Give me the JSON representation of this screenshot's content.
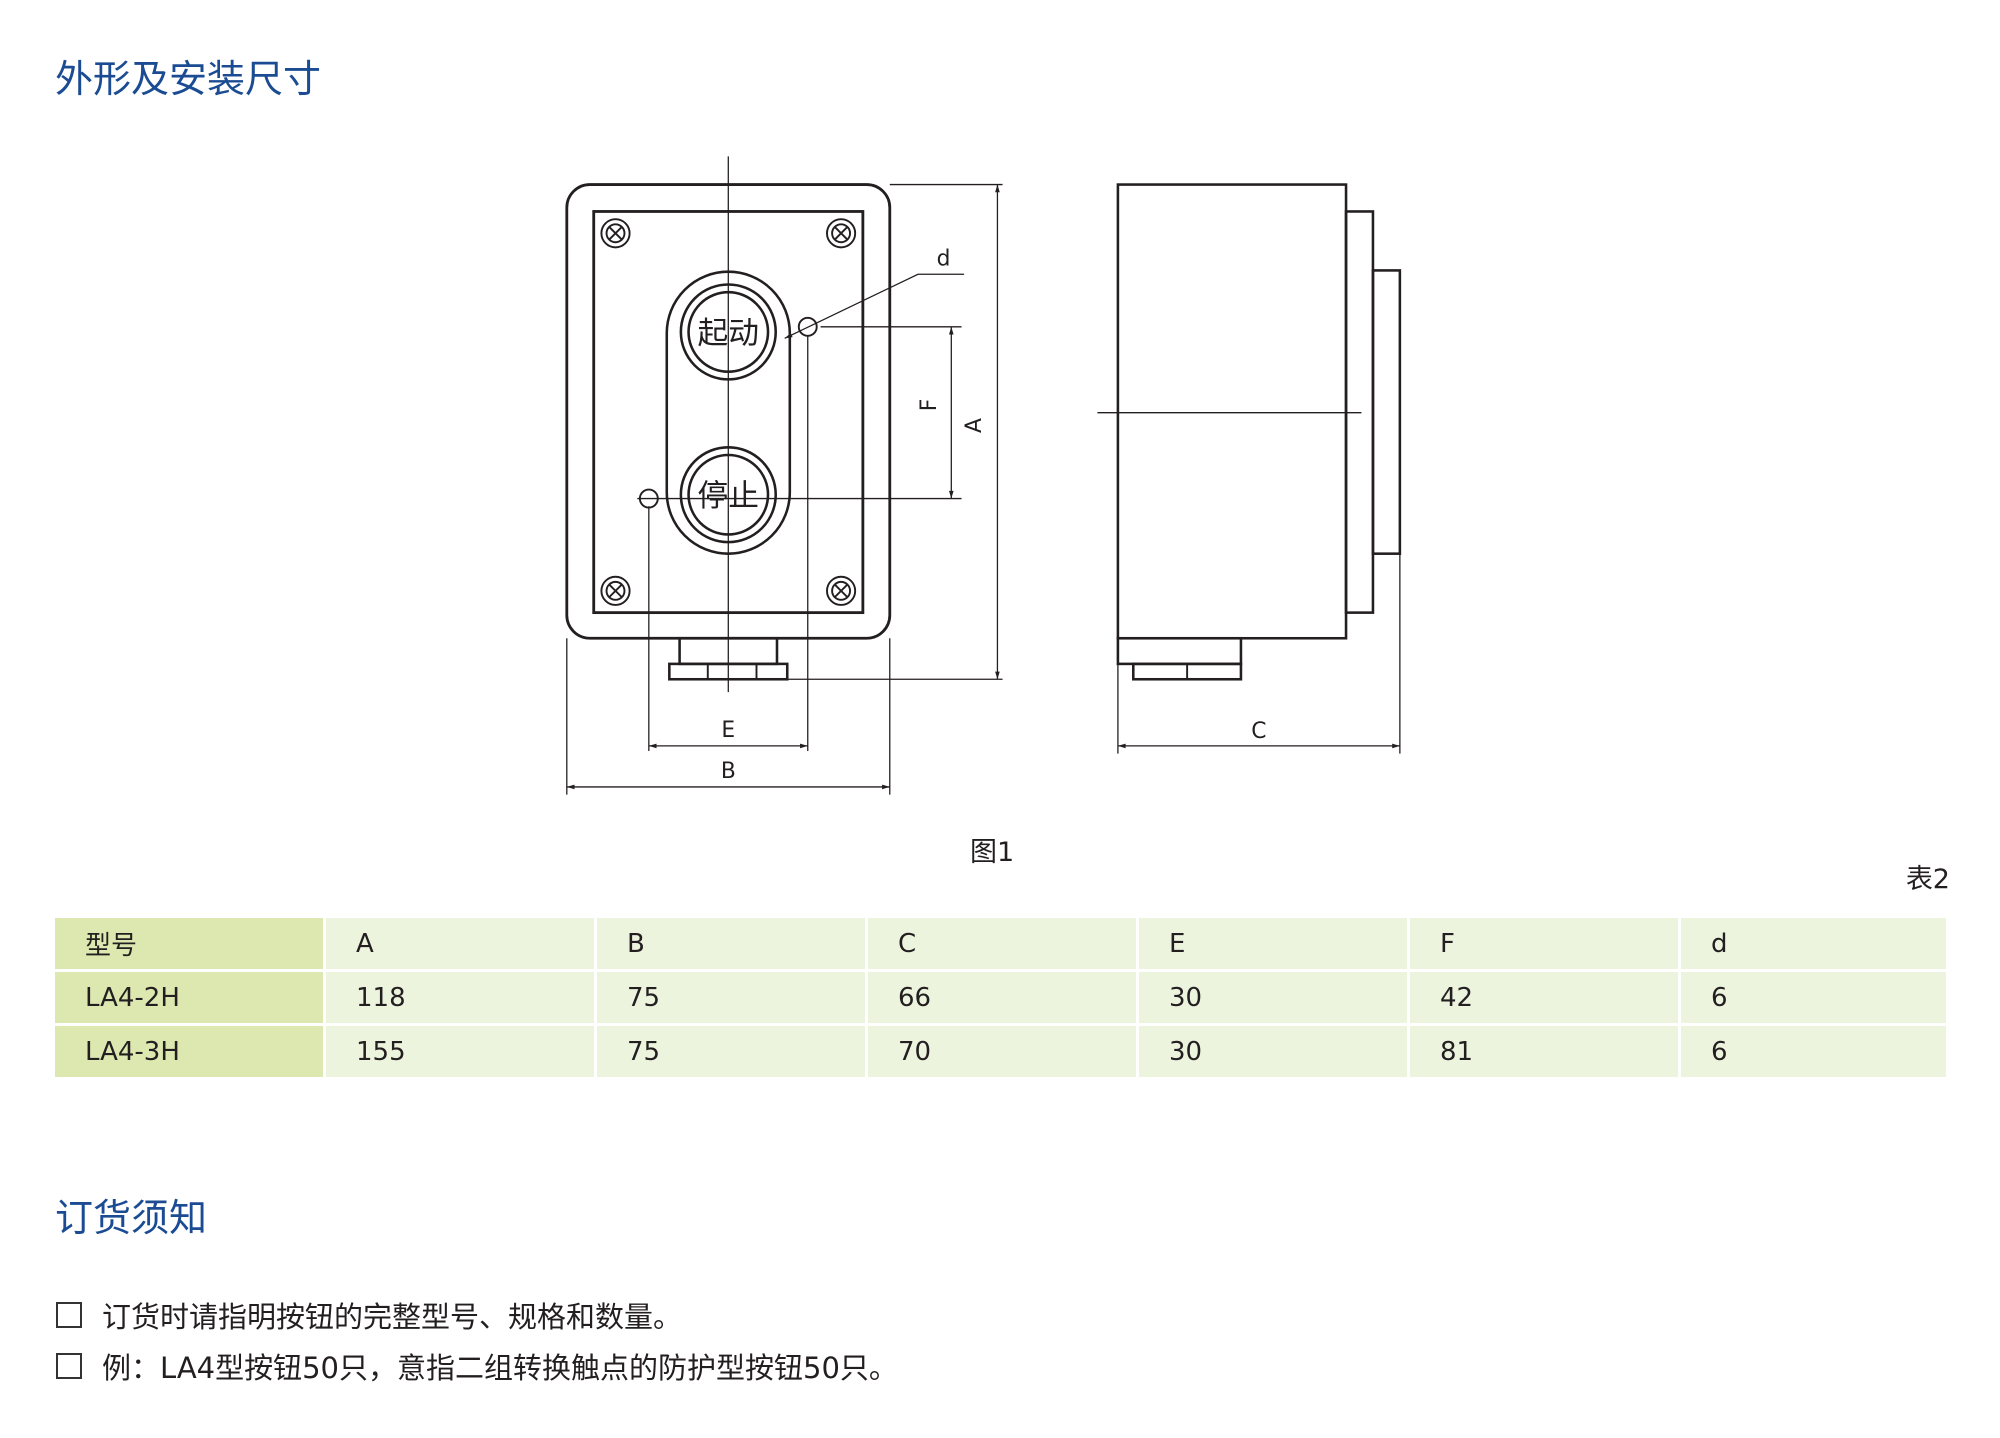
{
  "section1_title": "外形及安装尺寸",
  "figure": {
    "caption": "图1",
    "button_start": "起动",
    "button_stop": "停止",
    "dim_labels": {
      "A": "A",
      "B": "B",
      "C": "C",
      "E": "E",
      "F": "F",
      "d": "d"
    }
  },
  "table_caption": "表2",
  "table": {
    "headers": [
      "型号",
      "A",
      "B",
      "C",
      "E",
      "F",
      "d"
    ],
    "rows": [
      [
        "LA4-2H",
        "118",
        "75",
        "66",
        "30",
        "42",
        "6"
      ],
      [
        "LA4-3H",
        "155",
        "75",
        "70",
        "30",
        "81",
        "6"
      ]
    ]
  },
  "section2_title": "订货须知",
  "notes": [
    "订货时请指明按钮的完整型号、规格和数量。",
    "例：LA4型按钮50只，意指二组转换触点的防护型按钮50只。"
  ],
  "colors": {
    "title": "#1b4c93",
    "model_col": "#dde8b0",
    "cell": "#edf4de"
  }
}
